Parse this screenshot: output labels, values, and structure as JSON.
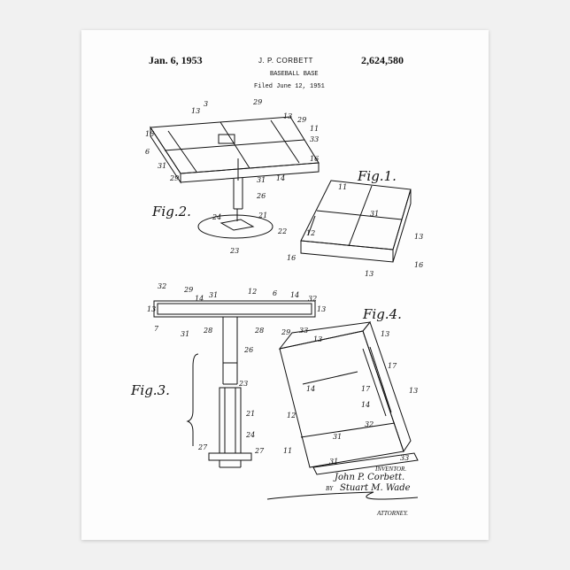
{
  "header": {
    "date": "Jan. 6, 1953",
    "inventor_name": "J. P. CORBETT",
    "patent_number": "2,624,580",
    "title": "BASEBALL BASE",
    "filed": "Filed June 12, 1951"
  },
  "figures": {
    "fig1": "Fig.1.",
    "fig2": "Fig.2.",
    "fig3": "Fig.3.",
    "fig4": "Fig.4."
  },
  "signature": {
    "inventor_label": "INVENTOR.",
    "inventor_signature": "John P. Corbett.",
    "by_label": "BY",
    "attorney_signature": "Stuart M. Wade",
    "attorney_label": "ATTORNEY."
  },
  "colors": {
    "ink": "#111111",
    "paper": "#fdfdfd",
    "background": "#f1f1f1"
  }
}
